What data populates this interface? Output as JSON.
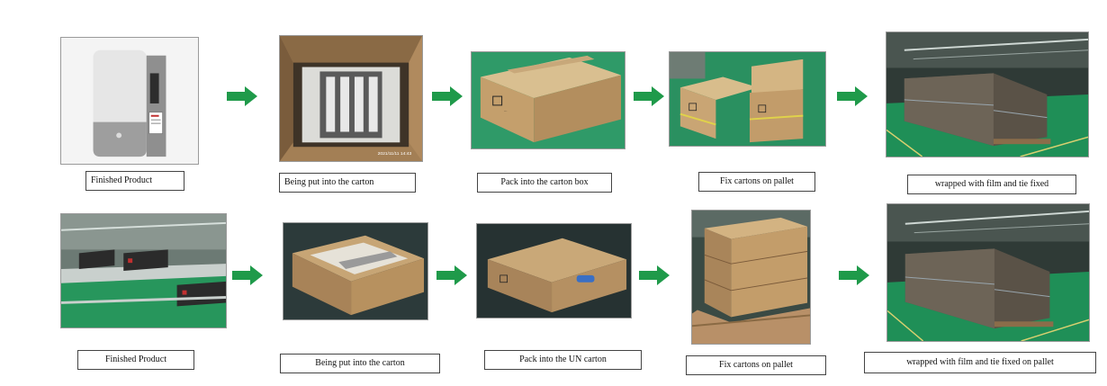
{
  "row1": {
    "captions": [
      "Finished Product",
      "Being put into the carton",
      "Pack into the carton  box",
      "Fix cartons on pallet",
      "wrapped  with  film and  tie fixed"
    ]
  },
  "row2": {
    "captions": [
      "Finished Product",
      "Being put into the carton",
      "Pack into the UN carton",
      "Fix cartons on pallet",
      "wrapped  with film and  tie fixed on pallet"
    ]
  },
  "photo_labels": {
    "timestamp": "2021/11/11  14:43"
  },
  "colors": {
    "arrow": "#1f9a4a",
    "cardboard": "#c8a777",
    "floor": "#1f8f57"
  }
}
